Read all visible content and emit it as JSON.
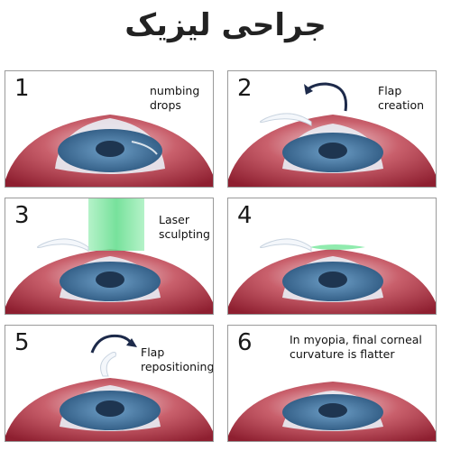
{
  "title": "جراحی لیزیک",
  "panels": [
    {
      "number": "1",
      "label": "numbing\ndrops"
    },
    {
      "number": "2",
      "label": "Flap\ncreation"
    },
    {
      "number": "3",
      "label": "Laser\nsculpting"
    },
    {
      "number": "4",
      "label": ""
    },
    {
      "number": "5",
      "label": "Flap\nrepositioning"
    },
    {
      "number": "6",
      "label": "In myopia, final corneal\ncurvature is flatter"
    }
  ],
  "colors": {
    "eyeball": "#b23a48",
    "iris": "#4a7fa8",
    "pupil": "#1e3550",
    "cornea": "#dfe8f2",
    "laser": "#7de8a0",
    "arrow": "#1d2a4a",
    "border": "#9a9a9a"
  }
}
